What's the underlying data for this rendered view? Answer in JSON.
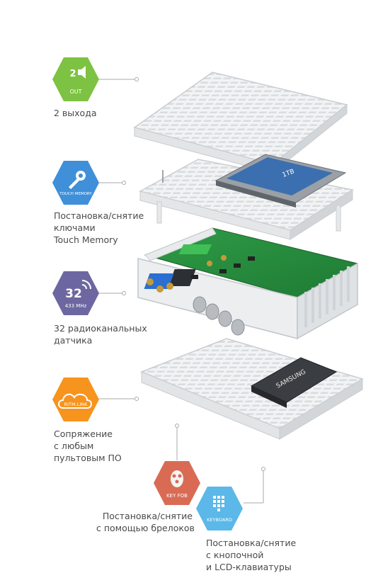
{
  "features": [
    {
      "id": "outputs",
      "badge_top": "2",
      "badge_bottom": "OUT",
      "icon": "speaker-icon",
      "color": "#7dc242",
      "label_lines": [
        "2 выхода"
      ]
    },
    {
      "id": "touch-memory",
      "badge_bottom": "TOUCH MEMORY",
      "icon": "key-icon",
      "color": "#3f8fd9",
      "label_lines": [
        "Постановка/снятие",
        "ключами",
        "Touch Memory"
      ]
    },
    {
      "id": "radio",
      "badge_top": "32",
      "badge_bottom": "433 MHz",
      "icon": "wifi-icon",
      "color": "#6c67a0",
      "label_lines": [
        "32 радиоканальных",
        "датчика"
      ]
    },
    {
      "id": "ritm-link",
      "badge_bottom": "RITM.LINK",
      "icon": "cloud-icon",
      "color": "#f7941d",
      "label_lines": [
        "Сопряжение",
        "с любым",
        "пультовым ПО"
      ]
    },
    {
      "id": "key-fob",
      "badge_bottom": "KEY FOB",
      "icon": "key-fob-icon",
      "color": "#d96b55",
      "label_lines": [
        "Постановка/снятие",
        "с помощью брелоков"
      ]
    },
    {
      "id": "keyboard",
      "badge_bottom": "KEYBOARD",
      "icon": "keypad-icon",
      "color": "#5bb8e8",
      "label_lines": [
        "Постановка/снятие",
        "с кнопочной",
        "и LCD-клавиатуры"
      ]
    }
  ],
  "battery_brand": "SAMSUNG",
  "hdd_brand": "1TB"
}
